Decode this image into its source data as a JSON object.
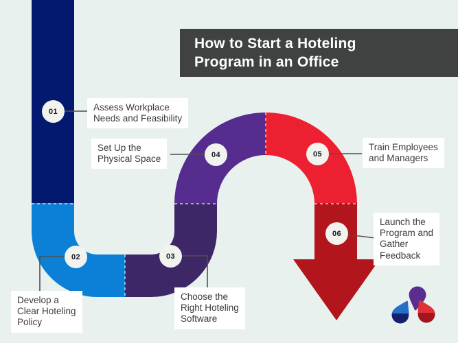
{
  "title": {
    "text": "How to Start a Hoteling\nProgram in an Office"
  },
  "steps": [
    {
      "num": "01",
      "label": "Assess Workplace\nNeeds and Feasibility"
    },
    {
      "num": "02",
      "label": "Develop a\nClear Hoteling\nPolicy"
    },
    {
      "num": "03",
      "label": "Choose the\nRight Hoteling\nSoftware"
    },
    {
      "num": "04",
      "label": "Set Up the\nPhysical Space"
    },
    {
      "num": "05",
      "label": "Train Employees\nand Managers"
    },
    {
      "num": "06",
      "label": "Launch the\nProgram and\nGather\nFeedback"
    }
  ],
  "icons": {
    "arrow": "down-arrow-path-end",
    "logo": "brand-logo-three-petals"
  },
  "colors": {
    "background": "#e9f1ee",
    "header": "#3f4240",
    "navy": "#03196f",
    "blue": "#0b80d6",
    "purple_dark": "#3d2766",
    "purple": "#562d8e",
    "red": "#ec2030",
    "red_dark": "#b2151c",
    "label_text": "#3b3b3b",
    "connector": "#4f4f4f",
    "badge_bg": "#f2f3ef",
    "badge_text": "#181820",
    "logo_purple": "#5b2d8f",
    "logo_blue_light": "#2470c8",
    "logo_blue_dark": "#16216b",
    "logo_red_light": "#df3136",
    "logo_red_dark": "#a4151d"
  }
}
